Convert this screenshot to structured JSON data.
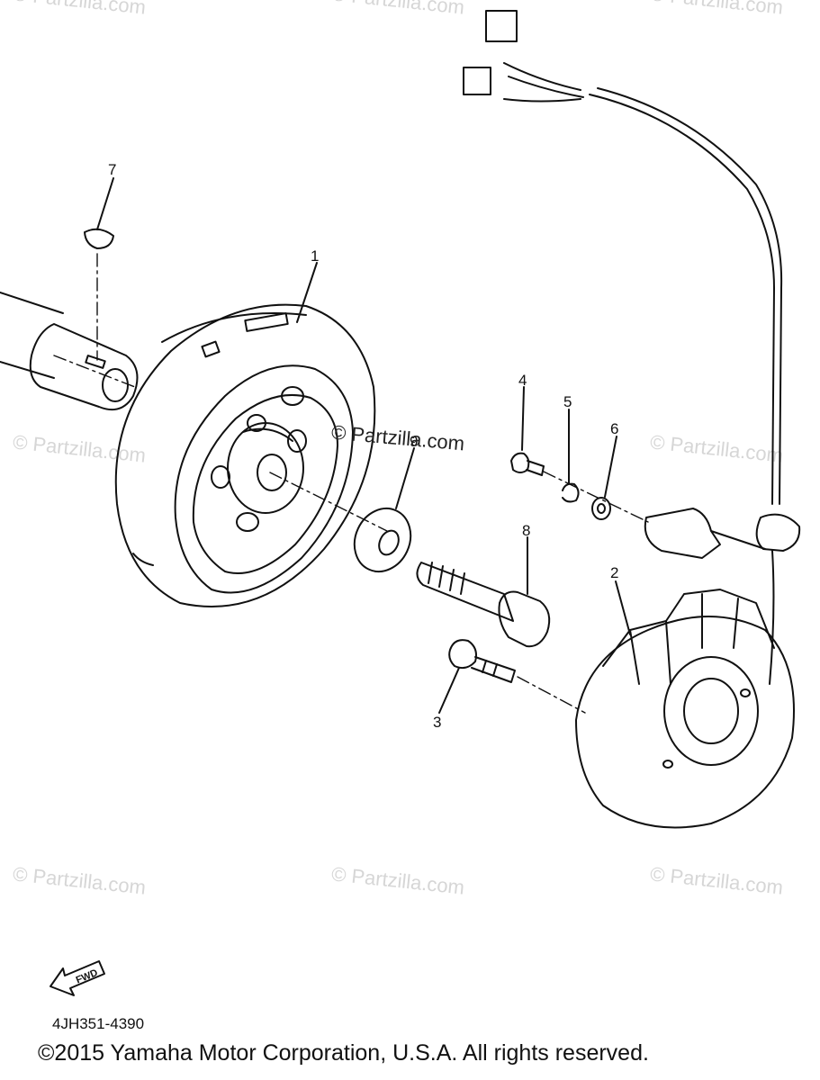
{
  "watermarks": {
    "text": "© Partzilla.com",
    "center_text": "© Partzilla.com"
  },
  "callouts": [
    "1",
    "2",
    "3",
    "4",
    "5",
    "6",
    "7",
    "8",
    "9"
  ],
  "fwd_label": "FWD",
  "diagram_code": "4JH351-4390",
  "copyright": "©2015 Yamaha Motor Corporation, U.S.A. All rights reserved."
}
